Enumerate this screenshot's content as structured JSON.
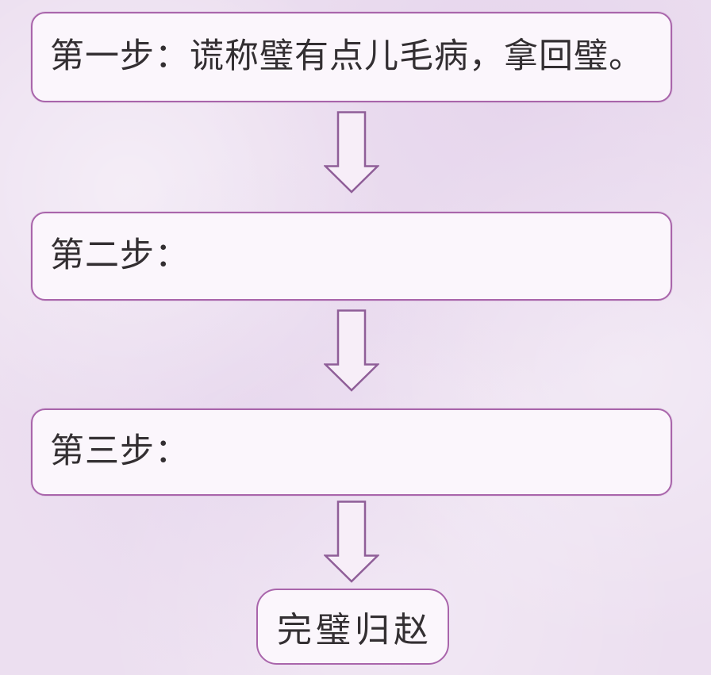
{
  "theme": {
    "page_bg": "#ecdff0",
    "box_bg": "#fbf6fc",
    "box_border": "#a965ab",
    "arrow_stroke": "#8f5e98",
    "arrow_fill": "#f7eef8",
    "text_color": "#332f32"
  },
  "flowchart": {
    "steps": [
      {
        "label": "第一步：谎称璧有点儿毛病，拿回璧。"
      },
      {
        "label": "第二步："
      },
      {
        "label": "第三步："
      }
    ],
    "result_label": "完璧归赵"
  }
}
